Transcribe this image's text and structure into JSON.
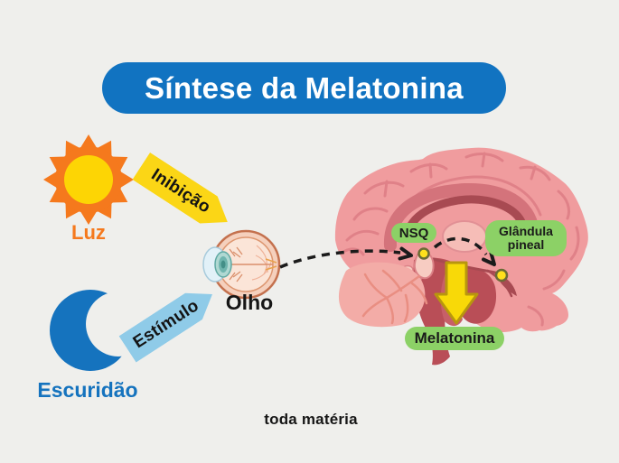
{
  "title": {
    "text": "Síntese da Melatonina"
  },
  "left_panel": {
    "light": {
      "label": "Luz",
      "arrow_label": "Inibição"
    },
    "darkness": {
      "label": "Escuridão",
      "arrow_label": "Estímulo"
    },
    "eye": {
      "label": "Olho"
    }
  },
  "brain": {
    "nsq": {
      "label": "NSQ"
    },
    "pineal": {
      "label": "Glândula pineal"
    },
    "melatonin": {
      "label": "Melatonina"
    }
  },
  "footer": {
    "brand": "toda matéria"
  },
  "colors": {
    "background": "#EFEFEC",
    "title_bg": "#1173C1",
    "title_text": "#FFFFFF",
    "sun_orange": "#F5791D",
    "sun_yellow": "#FDD504",
    "moon_blue": "#1573BE",
    "inhibition_banner": "#FBD616",
    "stimulus_banner": "#8FCBE8",
    "badge_green": "#8CD166",
    "release_arrow_yellow": "#F8D908",
    "brain_pink": "#F09C9E",
    "brainstem_red": "#B94E57",
    "text_dark": "#1A1A1A"
  }
}
